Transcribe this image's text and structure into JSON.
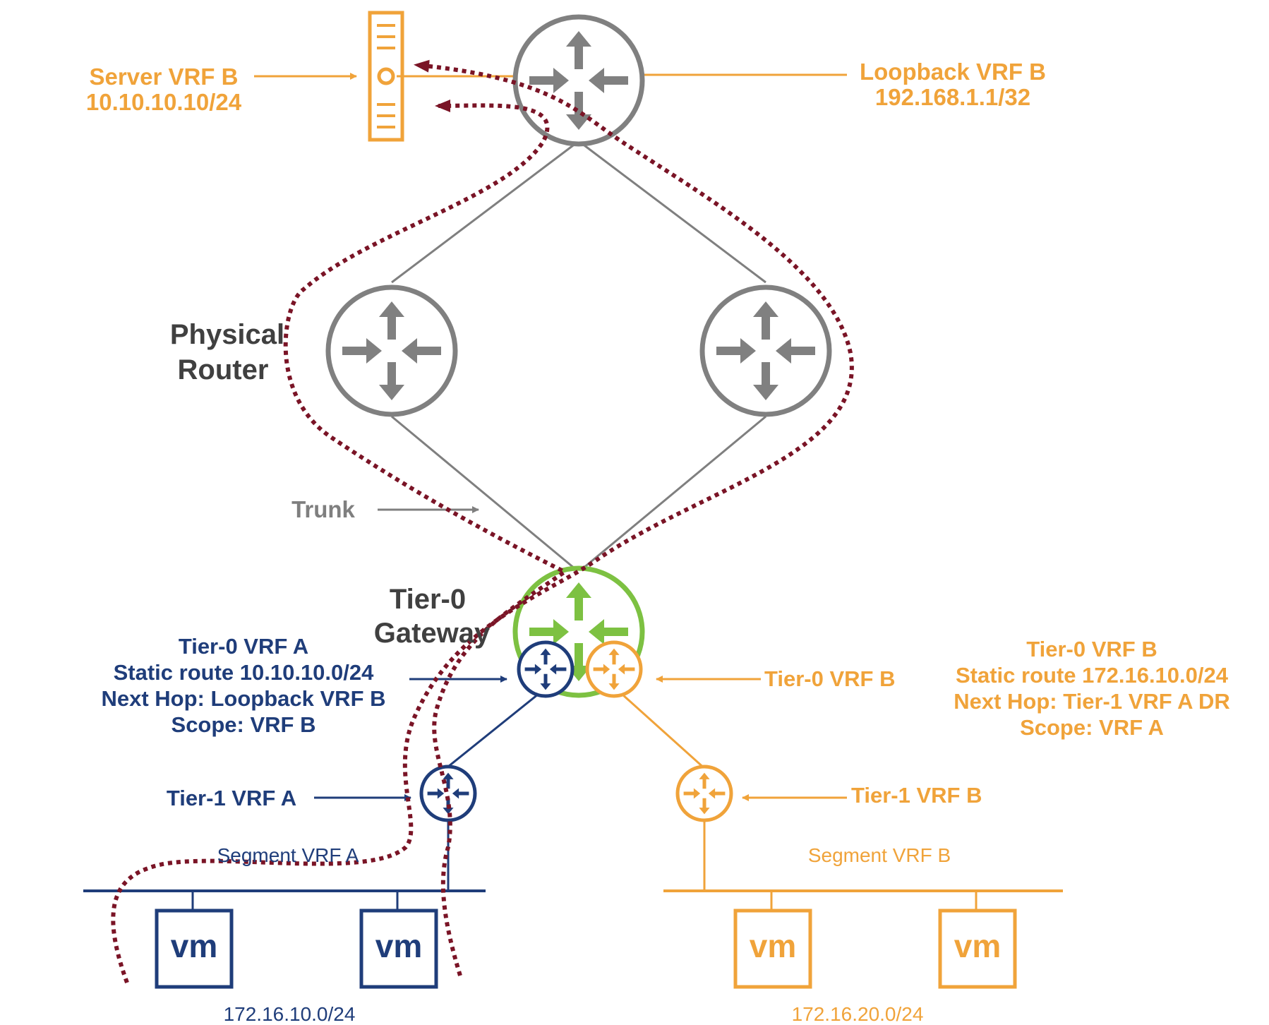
{
  "colors": {
    "orange": "#f0a33a",
    "navy": "#1f3d7a",
    "gray": "#7f7f7f",
    "darkgray": "#404040",
    "green": "#7dc142",
    "maroon": "#7a1426"
  },
  "icons": {
    "server": "server-icon",
    "router": "router-icon",
    "vm": "vm-icon"
  },
  "labels": {
    "server_vrf_b": [
      "Server VRF B",
      "10.10.10.10/24"
    ],
    "loopback_vrf_b": [
      "Loopback VRF B",
      "192.168.1.1/32"
    ],
    "physical_router": [
      "Physical",
      "Router"
    ],
    "trunk": "Trunk",
    "tier0_gateway": [
      "Tier-0",
      "Gateway"
    ],
    "tier0_vrf_a": [
      "Tier-0 VRF A",
      "Static route 10.10.10.0/24",
      "Next Hop: Loopback VRF B",
      "Scope: VRF B"
    ],
    "tier0_vrf_b_short": "Tier-0 VRF B",
    "tier0_vrf_b": [
      "Tier-0 VRF B",
      "Static route 172.16.10.0/24",
      "Next Hop: Tier-1 VRF A DR",
      "Scope: VRF A"
    ],
    "tier1_vrf_a": "Tier-1 VRF A",
    "tier1_vrf_b": "Tier-1 VRF B",
    "segment_vrf_a": "Segment VRF A",
    "segment_vrf_b": "Segment VRF B",
    "subnet_a": "172.16.10.0/24",
    "subnet_b": "172.16.20.0/24",
    "vm": "vm"
  }
}
